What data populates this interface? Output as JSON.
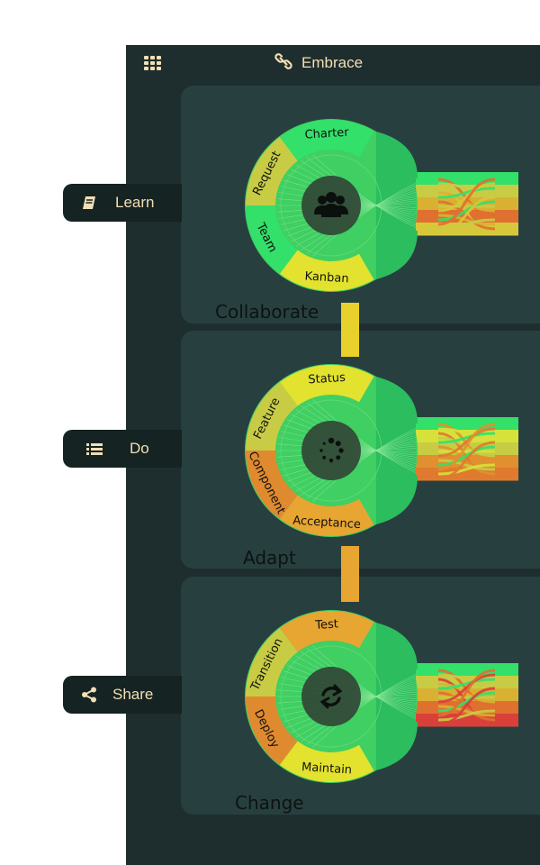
{
  "app": {
    "title": "Embrace",
    "menu_icon": "grid-icon",
    "brand_icon": "link-icon"
  },
  "sidebar": {
    "tabs": [
      {
        "id": "learn",
        "label": "Learn",
        "icon": "book-icon"
      },
      {
        "id": "do",
        "label": "Do",
        "icon": "list-icon"
      },
      {
        "id": "share",
        "label": "Share",
        "icon": "share-icon"
      }
    ]
  },
  "stages": [
    {
      "id": "collaborate",
      "label": "Collaborate",
      "center_icon": "users-icon",
      "segments": [
        {
          "label": "Charter",
          "color": "#33e06a"
        },
        {
          "label": "Request",
          "color": "#c8cc45"
        },
        {
          "label": "Team",
          "color": "#33e06a"
        },
        {
          "label": "Kanban",
          "color": "#e2e22f"
        }
      ],
      "flow_colors": [
        "#33e06a",
        "#c8cc45",
        "#d9b132",
        "#e0702f",
        "#d6c83a"
      ]
    },
    {
      "id": "adapt",
      "label": "Adapt",
      "center_icon": "spinner-icon",
      "segments": [
        {
          "label": "Status",
          "color": "#e2e22f"
        },
        {
          "label": "Feature",
          "color": "#c8cc45"
        },
        {
          "label": "Component",
          "color": "#e08a2f"
        },
        {
          "label": "Acceptance",
          "color": "#e7a531"
        }
      ],
      "flow_colors": [
        "#33e06a",
        "#d6e23a",
        "#c8cc45",
        "#e0902f",
        "#e07a2f"
      ]
    },
    {
      "id": "change",
      "label": "Change",
      "center_icon": "refresh-icon",
      "segments": [
        {
          "label": "Test",
          "color": "#e7a531"
        },
        {
          "label": "Transition",
          "color": "#c8cc45"
        },
        {
          "label": "Deploy",
          "color": "#e08a2f"
        },
        {
          "label": "Maintain",
          "color": "#e2e22f"
        }
      ],
      "flow_colors": [
        "#33e06a",
        "#c8cc45",
        "#d9b132",
        "#e0702f",
        "#d9403a"
      ]
    }
  ],
  "colors": {
    "app_bg": "#1e2e2f",
    "card_bg": "#27403f",
    "tab_bg": "#152322",
    "accent_text": "#f3dfb4",
    "connector": "#e9d12c",
    "inner_green": "#2bbd5e"
  }
}
